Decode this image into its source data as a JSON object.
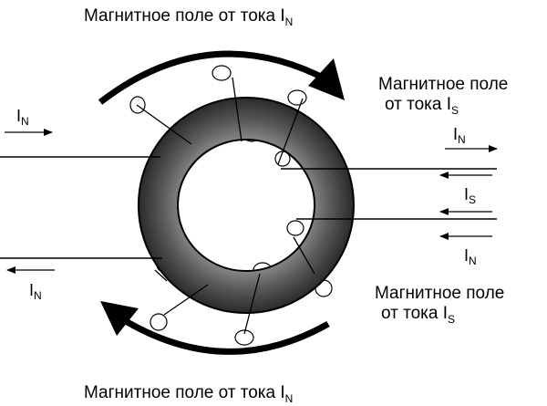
{
  "labels": {
    "field_in_top": "Магнитное поле от тока I",
    "field_in_top_sub": "N",
    "field_in_bottom": "Магнитное поле от тока I",
    "field_in_bottom_sub": "N",
    "field_is_upper_line1": "Магнитное поле",
    "field_is_upper_line2": "от тока I",
    "field_is_upper_sub": "S",
    "field_is_lower_line1": "Магнитное поле",
    "field_is_lower_line2": "от тока I",
    "field_is_lower_sub": "S"
  },
  "currents": {
    "left_in": {
      "letter": "I",
      "sub": "N"
    },
    "left_out": {
      "letter": "I",
      "sub": "N"
    },
    "right_in_top": {
      "letter": "I",
      "sub": "N"
    },
    "right_s": {
      "letter": "I",
      "sub": "S"
    },
    "right_in_bottom": {
      "letter": "I",
      "sub": "N"
    }
  },
  "colors": {
    "ring_outer": "#2a2a2a",
    "ring_inner": "#8a8a8a",
    "line": "#000000",
    "background": "#ffffff"
  }
}
